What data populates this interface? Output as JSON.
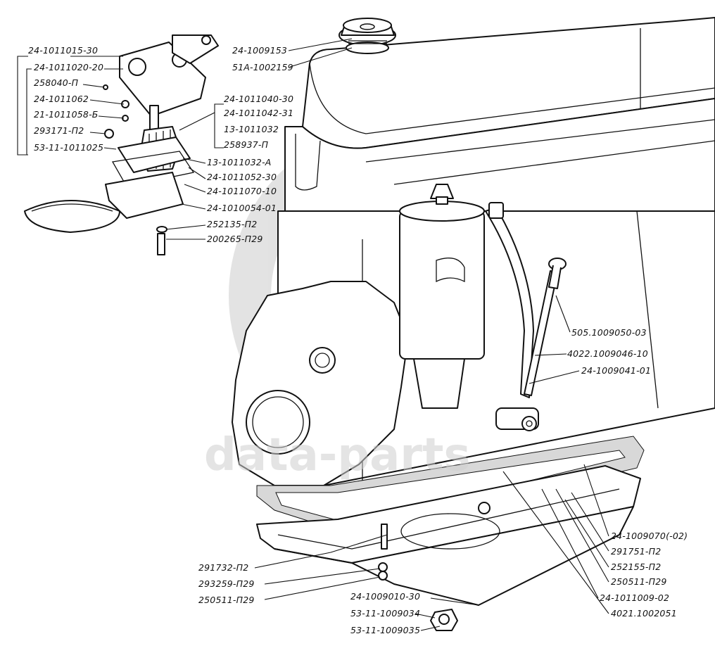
{
  "watermark": {
    "text": "data-parts",
    "color": "#c8c8c8"
  },
  "labels": {
    "l_24_1011015_30": "24-1011015-30",
    "l_24_1011020_20": "24-1011020-20",
    "l_258040_p1": "258040-П",
    "l_24_1011062": "24-1011062",
    "l_21_1011058_b": "21-1011058-Б",
    "l_293171_p12": "293171-П2",
    "l_53_11_1011025": "53-11-1011025",
    "l_24_1011040_30": "24-1011040-30",
    "l_24_1011042_31": "24-1011042-31",
    "l_13_1011032": "13-1011032",
    "l_258937_p1": "258937-П",
    "l_13_1011032_a": "13-1011032-А",
    "l_24_1011052_30": "24-1011052-30",
    "l_24_1011070_10": "24-1011070-10",
    "l_24_1010054_01": "24-1010054-01",
    "l_252135_p12": "252135-П2",
    "l_200265_p129": "200265-П29",
    "l_24_1009153": "24-1009153",
    "l_51a_1002159": "51А-1002159",
    "l_505_1009050_03": "505.1009050-03",
    "l_4022_1009046_10": "4022.1009046-10",
    "l_24_1009041_01": "24-1009041-01",
    "l_24_1009070_02": "24-1009070(-02)",
    "l_291751_p12": "291751-П2",
    "l_252155_p12": "252155-П2",
    "l_250511_p129_r": "250511-П29",
    "l_24_1011009_02": "24-1011009-02",
    "l_4021_1002051": "4021.1002051",
    "l_291732_p12": "291732-П2",
    "l_293259_p129": "293259-П29",
    "l_250511_p129_l": "250511-П29",
    "l_24_1009010_30": "24-1009010-30",
    "l_53_11_1009034": "53-11-1009034",
    "l_53_11_1009035": "53-11-1009035"
  }
}
